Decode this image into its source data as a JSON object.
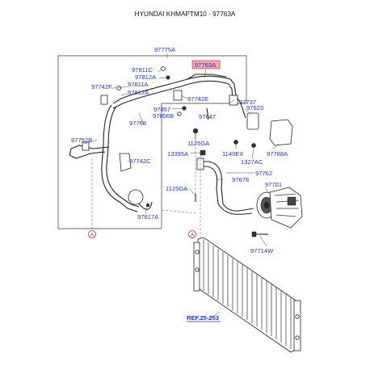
{
  "title": "HYUNDAI KHMAPTM10 - 97763A",
  "highlight_color": "#f4a7b0",
  "label_color": "#1a35c7",
  "marker_color": "#d42020",
  "parts": {
    "p97775A": "97775A",
    "p97763A": "97763A",
    "p97811C": "97811C",
    "p97812A_top": "97812A",
    "p97742F": "97742F",
    "p97811A": "97811A",
    "p97812A": "97812A",
    "p97742E": "97742E",
    "p97737": "97737",
    "p97623": "97623",
    "p97857": "97857",
    "p97856B": "97856B",
    "p97647": "97647",
    "p97768": "97768",
    "p1125GA_top": "1125GA",
    "p97752B": "97752B",
    "p13395A": "13395A",
    "p1140EX": "1140EX",
    "p97788A": "97788A",
    "p97742C": "97742C",
    "p1327AC": "1327AC",
    "p97762": "97762",
    "p97678": "97678",
    "p97701": "97701",
    "p1125GA": "1125GA",
    "p97617A": "97617A",
    "p97714W": "97714W",
    "ref": "REF.25-253"
  },
  "markers": {
    "a1": "A",
    "a2": "A"
  }
}
